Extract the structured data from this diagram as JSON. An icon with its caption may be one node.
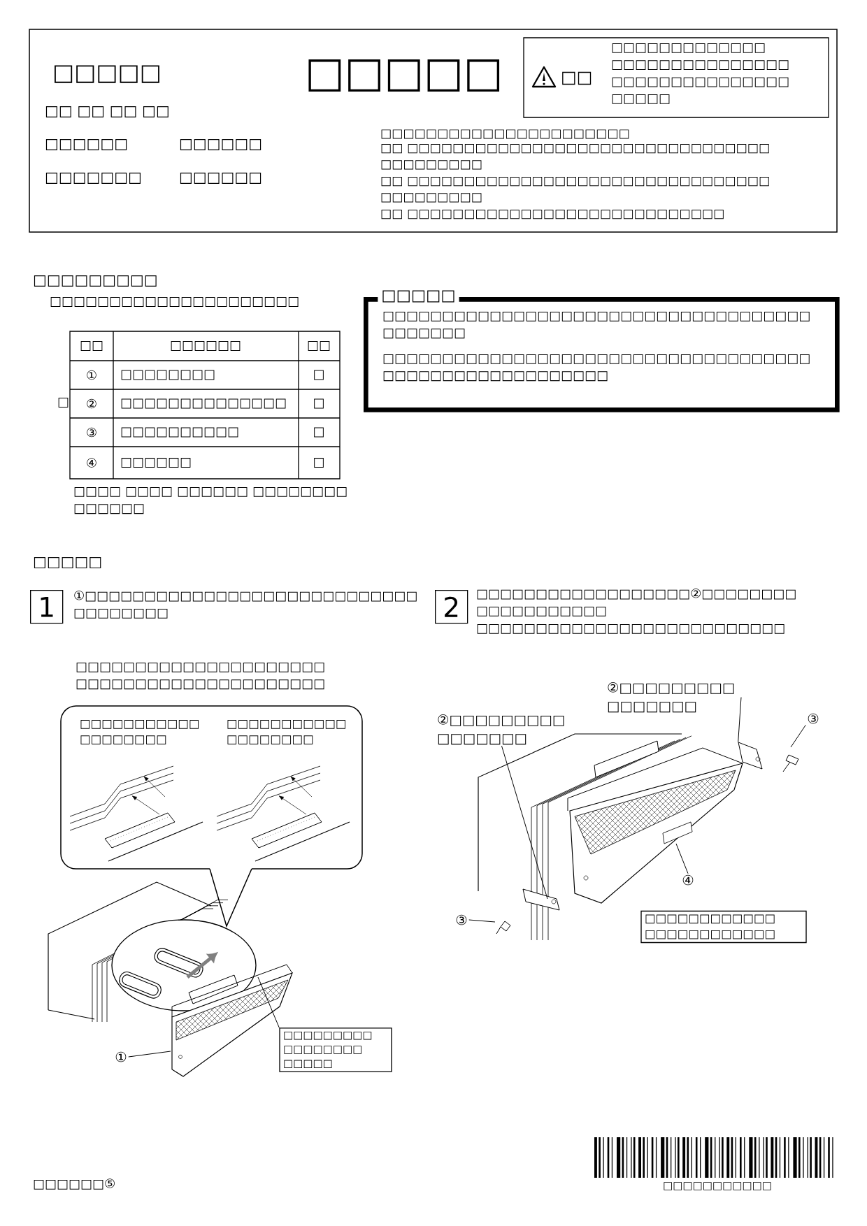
{
  "diagram": {
    "nodes": [
      {
        "text": [
          "□□",
          "□□□□□□□□□□□□□ □□□□□□□□□□□□□□□ □□□□□□□□□□□□□□□ □□□□□"
        ]
      },
      {
        "text": [
          "□□□□□",
          "□□□□□□□□□□□□□□□□□□□□□□□□□□□□□□□□□□□□ □□□□□□□",
          "□□□□□□□□□□□□□□□□□□□□□□□□□□□□□□□□□□□□ □□□□□□□□□□□□□□□□□□□"
        ]
      },
      {
        "text": [
          "1"
        ],
        "beside": [
          "①□□□□□□□□□□□□□□□□□□□□□□□□□□□□ □□□□□□□□"
        ]
      },
      {
        "text": [
          "2"
        ],
        "beside": [
          "□□□□□□□□□□□□□□□□□□②□□□□□□□□ □□□□□□□□□□□",
          "□□□□□□□□□□□□□□□□□□□□□□□□□□"
        ]
      },
      {
        "text": [
          "□□□□□□□□□□□ □□□□□□□□",
          "□□□□□□□□□□□ □□□□□□□□"
        ]
      },
      {
        "text": [
          "□□□□□□□□□ □□□□□□□□ □□□□□"
        ]
      },
      {
        "text": [
          "①"
        ]
      },
      {
        "text": [
          "②□□□□□□□□□ □□□□□□□"
        ]
      },
      {
        "text": [
          "③"
        ]
      },
      {
        "text": [
          "②□□□□□□□□□ □□□□□□□"
        ]
      },
      {
        "text": [
          "③"
        ]
      },
      {
        "text": [
          "④"
        ]
      },
      {
        "text": [
          "□□□□□□□□□□□□ □□□□□□□□□□□□"
        ]
      },
      {
        "text": [],
        "shape": "box"
      }
    ],
    "edges": [
      {
        "from": 5,
        "to": null,
        "arrow": "none"
      },
      {
        "from": 6,
        "to": null,
        "arrow": "none"
      },
      {
        "from": 7,
        "to": 13,
        "arrow": "none"
      },
      {
        "from": 8,
        "to": null,
        "arrow": "none"
      },
      {
        "from": 9,
        "to": null,
        "arrow": "none"
      },
      {
        "from": 10,
        "to": null,
        "arrow": "none"
      },
      {
        "from": 11,
        "to": null,
        "arrow": "none"
      }
    ],
    "labels": [
      "□□□□□",
      "□□□□□",
      "□□ □□ □□ □□",
      "□□□□□□",
      "□□□□□□",
      "□□□□□□□",
      "□□□□□□",
      "□□□□□□□□□□□□□□□□□□□□□□",
      "□□ □□□□□□□□□□□□□□□□□□□□□□□□□□□□□□□□ □□□□□□□□□",
      "□□ □□□□□□□□□□□□□□□□□□□□□□□□□□□□□□□□ □□□□□□□□□",
      "□□ □□□□□□□□□□□□□□□□□□□□□□□□□□□□",
      "□□□□□□□□□",
      "□□□□□□□□□□□□□□□□□□□□□",
      "□",
      "□□",
      "□□□□□□",
      "□□",
      "①",
      "□□□□□□□□",
      "□",
      "②",
      "□□□□□□□□□□□□□□",
      "□",
      "③",
      "□□□□□□□□□□",
      "□",
      "④",
      "□□□□□□",
      "□",
      "□□□□ □□□□ □□□□□□ □□□□□□□□ □□□□□□",
      "□□□□□",
      "□□□□□□□□□□□□□□□□□□□□□ □□□□□□□□□□□□□□□□□□□□□",
      "□□□□□□⑤",
      "□□□□□□□□□□□"
    ]
  }
}
